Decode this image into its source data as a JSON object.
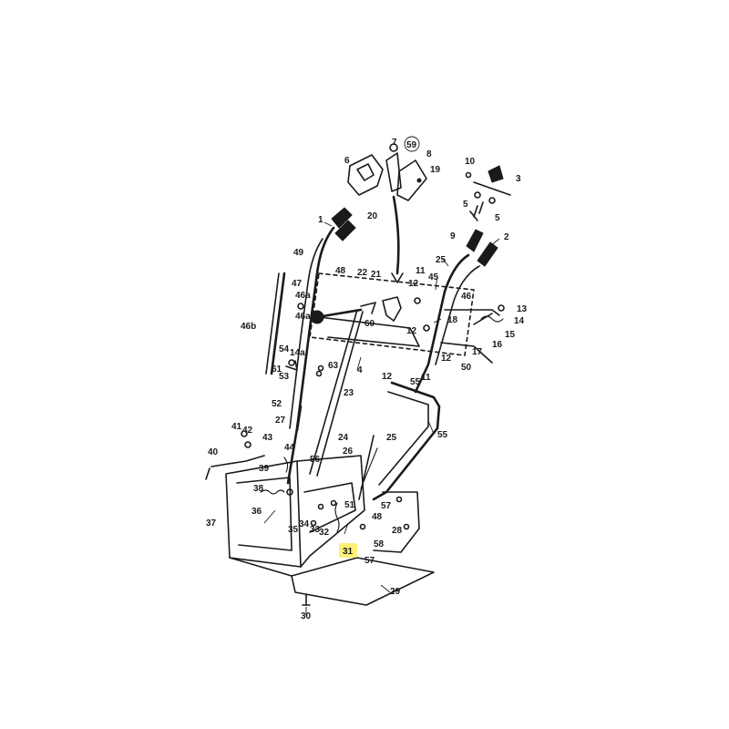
{
  "colors": {
    "ink": "#1a1a1a",
    "highlight": "#fff176",
    "paper": "#ffffff"
  },
  "highlighted_callout": "31",
  "callouts": [
    {
      "id": "c1",
      "text": "1"
    },
    {
      "id": "c2",
      "text": "2"
    },
    {
      "id": "c3",
      "text": "3"
    },
    {
      "id": "c4",
      "text": "4"
    },
    {
      "id": "c5a",
      "text": "5"
    },
    {
      "id": "c5b",
      "text": "5"
    },
    {
      "id": "c6",
      "text": "6"
    },
    {
      "id": "c7",
      "text": "7"
    },
    {
      "id": "c8",
      "text": "8"
    },
    {
      "id": "c9",
      "text": "9"
    },
    {
      "id": "c10",
      "text": "10"
    },
    {
      "id": "c11a",
      "text": "11"
    },
    {
      "id": "c11b",
      "text": "11"
    },
    {
      "id": "c12a",
      "text": "12"
    },
    {
      "id": "c12b",
      "text": "12"
    },
    {
      "id": "c12c",
      "text": "12"
    },
    {
      "id": "c12d",
      "text": "12"
    },
    {
      "id": "c13",
      "text": "13"
    },
    {
      "id": "c14",
      "text": "14"
    },
    {
      "id": "c15",
      "text": "15"
    },
    {
      "id": "c16",
      "text": "16"
    },
    {
      "id": "c17",
      "text": "17"
    },
    {
      "id": "c18",
      "text": "18"
    },
    {
      "id": "c19",
      "text": "19"
    },
    {
      "id": "c20",
      "text": "20"
    },
    {
      "id": "c21",
      "text": "21"
    },
    {
      "id": "c22",
      "text": "22"
    },
    {
      "id": "c23",
      "text": "23"
    },
    {
      "id": "c24",
      "text": "24"
    },
    {
      "id": "c25a",
      "text": "25"
    },
    {
      "id": "c25b",
      "text": "25"
    },
    {
      "id": "c26",
      "text": "26"
    },
    {
      "id": "c27",
      "text": "27"
    },
    {
      "id": "c28",
      "text": "28"
    },
    {
      "id": "c29",
      "text": "29"
    },
    {
      "id": "c30",
      "text": "30"
    },
    {
      "id": "c31",
      "text": "31"
    },
    {
      "id": "c32",
      "text": "32"
    },
    {
      "id": "c33",
      "text": "33"
    },
    {
      "id": "c34",
      "text": "34"
    },
    {
      "id": "c35",
      "text": "35"
    },
    {
      "id": "c36",
      "text": "36"
    },
    {
      "id": "c37",
      "text": "37"
    },
    {
      "id": "c38",
      "text": "38"
    },
    {
      "id": "c39",
      "text": "39"
    },
    {
      "id": "c40",
      "text": "40"
    },
    {
      "id": "c41",
      "text": "41"
    },
    {
      "id": "c42",
      "text": "42"
    },
    {
      "id": "c43",
      "text": "43"
    },
    {
      "id": "c44",
      "text": "44"
    },
    {
      "id": "c45",
      "text": "45"
    },
    {
      "id": "c46",
      "text": "46"
    },
    {
      "id": "c46a",
      "text": "46a"
    },
    {
      "id": "c46b",
      "text": "46b"
    },
    {
      "id": "c47",
      "text": "47"
    },
    {
      "id": "c48a",
      "text": "48"
    },
    {
      "id": "c48b",
      "text": "48"
    },
    {
      "id": "c49",
      "text": "49"
    },
    {
      "id": "c50",
      "text": "50"
    },
    {
      "id": "c51",
      "text": "51"
    },
    {
      "id": "c52",
      "text": "52"
    },
    {
      "id": "c53",
      "text": "53"
    },
    {
      "id": "c54",
      "text": "54"
    },
    {
      "id": "c55a",
      "text": "55"
    },
    {
      "id": "c55b",
      "text": "55"
    },
    {
      "id": "c56",
      "text": "56"
    },
    {
      "id": "c57a",
      "text": "57"
    },
    {
      "id": "c57b",
      "text": "57"
    },
    {
      "id": "c58",
      "text": "58"
    },
    {
      "id": "c59",
      "text": "59"
    },
    {
      "id": "c60",
      "text": "60"
    },
    {
      "id": "c61",
      "text": "61"
    },
    {
      "id": "c63",
      "text": "63"
    },
    {
      "id": "c14a",
      "text": "14a"
    },
    {
      "id": "c46c",
      "text": "46a"
    }
  ]
}
